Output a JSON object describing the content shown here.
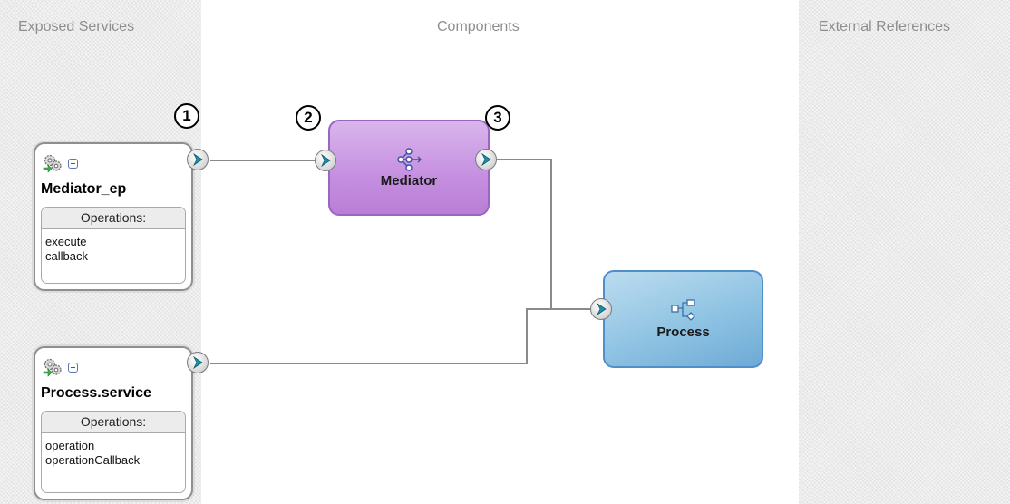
{
  "lanes": {
    "exposed_services": "Exposed Services",
    "components": "Components",
    "external_references": "External References"
  },
  "services": [
    {
      "name": "Mediator_ep",
      "operations_header": "Operations:",
      "operations": [
        "execute",
        "callback"
      ]
    },
    {
      "name": "Process.service",
      "operations_header": "Operations:",
      "operations": [
        "operation",
        "operationCallback"
      ]
    }
  ],
  "components": {
    "mediator": "Mediator",
    "process": "Process"
  },
  "callouts": [
    "1",
    "2",
    "3"
  ],
  "icons": {
    "service": "gears-icon",
    "collapse": "collapse-icon",
    "mediator": "mediator-icon",
    "process": "bpel-process-icon",
    "port": "chevron-port-icon"
  },
  "colors": {
    "mediator_fill": "#c58fe0",
    "process_fill": "#8fc3e3",
    "port_chevron": "#1f8fa6",
    "wire": "#8a8a8a"
  }
}
